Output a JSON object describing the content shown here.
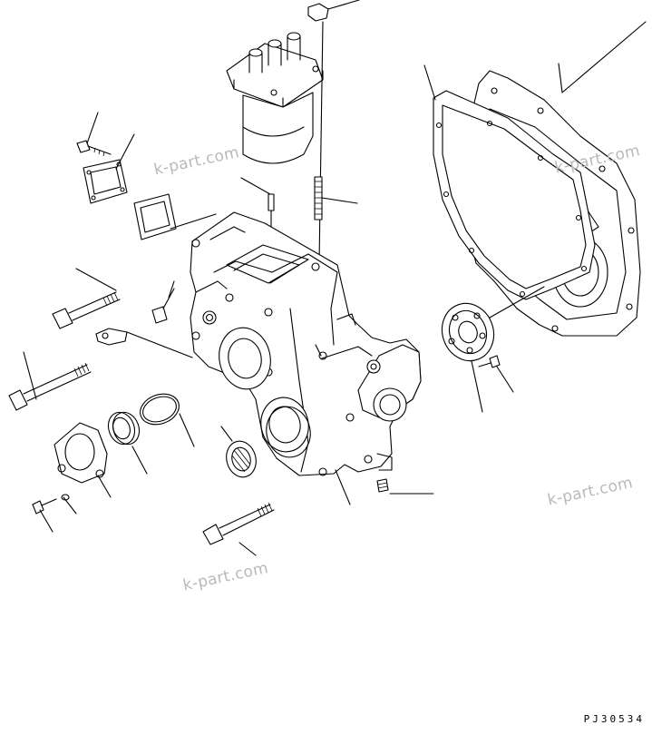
{
  "watermarks": [
    "k-part.com",
    "k-part.com",
    "k-part.com",
    "k-part.com"
  ],
  "drawing_code": "PJ30534"
}
